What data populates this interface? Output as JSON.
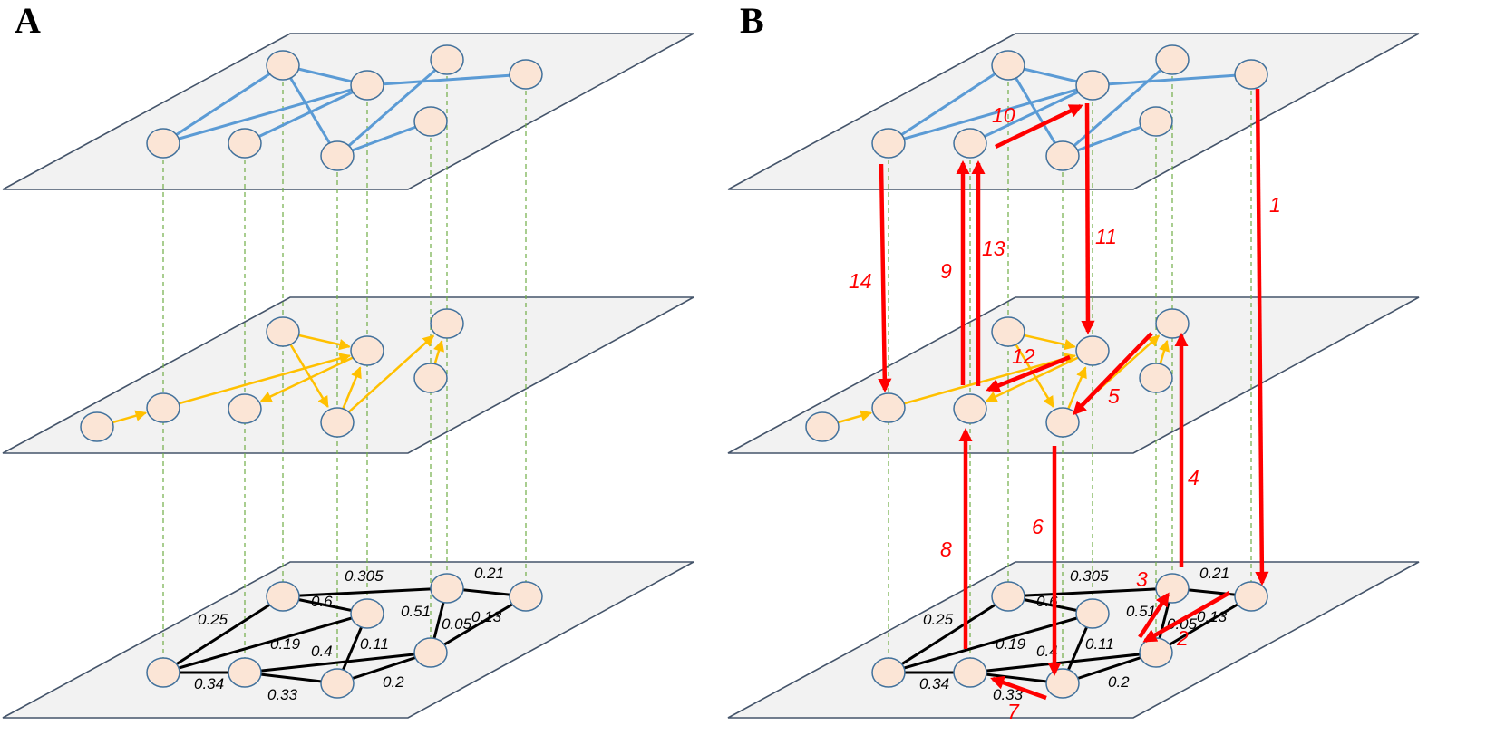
{
  "panels": [
    {
      "id": "A",
      "letter": "A"
    },
    {
      "id": "B",
      "letter": "B"
    }
  ],
  "layers": [
    "top",
    "middle",
    "bottom"
  ],
  "colors": {
    "plane_fill": "#f2f2f2",
    "plane_stroke": "#44546a",
    "node_fill": "#fbe5d6",
    "node_stroke": "#41719c",
    "top_edges": "#5b9bd5",
    "middle_edges": "#ffc000",
    "bottom_edges": "#000000",
    "projections": "#70ad47",
    "step_arrows": "#ff0000"
  },
  "edge_weights": [
    "0.305",
    "0.21",
    "0.25",
    "0.6",
    "0.51",
    "0.05",
    "0.13",
    "0.19",
    "0.4",
    "0.11",
    "0.34",
    "0.33",
    "0.2"
  ],
  "steps": [
    "1",
    "2",
    "3",
    "4",
    "5",
    "6",
    "7",
    "8",
    "9",
    "10",
    "11",
    "12",
    "13",
    "14"
  ]
}
